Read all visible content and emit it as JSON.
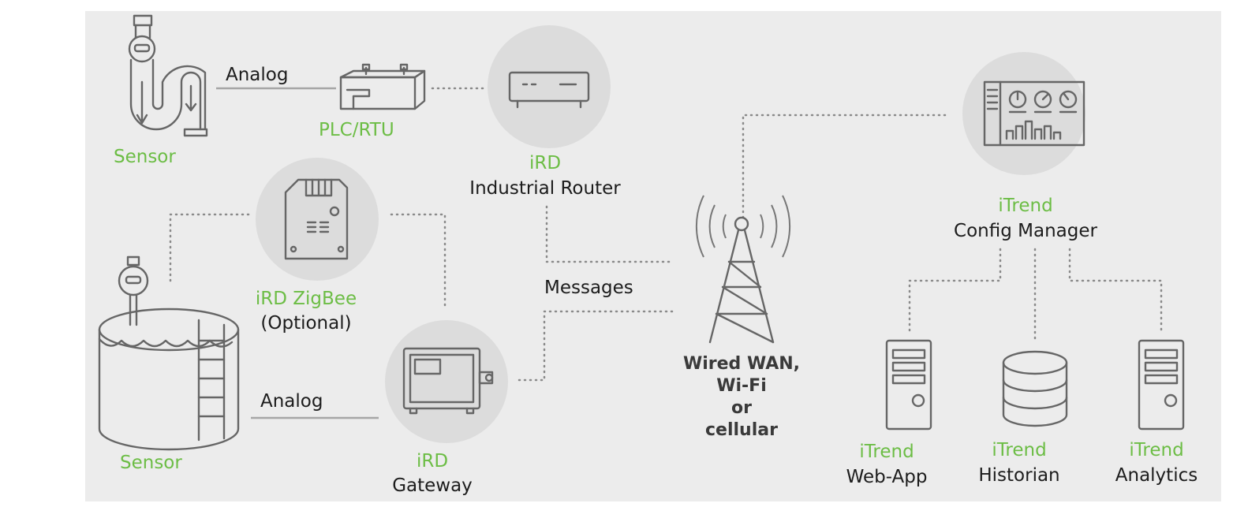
{
  "labels": {
    "sensor_top": "Sensor",
    "analog_top": "Analog",
    "plc_rtu": "PLC/RTU",
    "ird_router_brand": "iRD",
    "ird_router_name": "Industrial Router",
    "ird_zigbee_brand": "iRD ZigBee",
    "ird_zigbee_opt": "(Optional)",
    "messages": "Messages",
    "analog_bottom": "Analog",
    "sensor_bottom": "Sensor",
    "ird_gateway_brand": "iRD",
    "ird_gateway_name": "Gateway",
    "wan_line1": "Wired WAN,",
    "wan_line2": "Wi-Fi",
    "wan_line3": "or",
    "wan_line4": "cellular",
    "itrend_config_brand": "iTrend",
    "itrend_config_name": "Config Manager",
    "itrend_webapp_brand": "iTrend",
    "itrend_webapp_name": "Web-App",
    "itrend_historian_brand": "iTrend",
    "itrend_historian_name": "Historian",
    "itrend_analytics_brand": "iTrend",
    "itrend_analytics_name": "Analytics"
  },
  "colors": {
    "accent_green": "#6cbd45",
    "text_dark": "#1c1c1c",
    "icon_gray": "#666666",
    "background": "#ececec"
  }
}
